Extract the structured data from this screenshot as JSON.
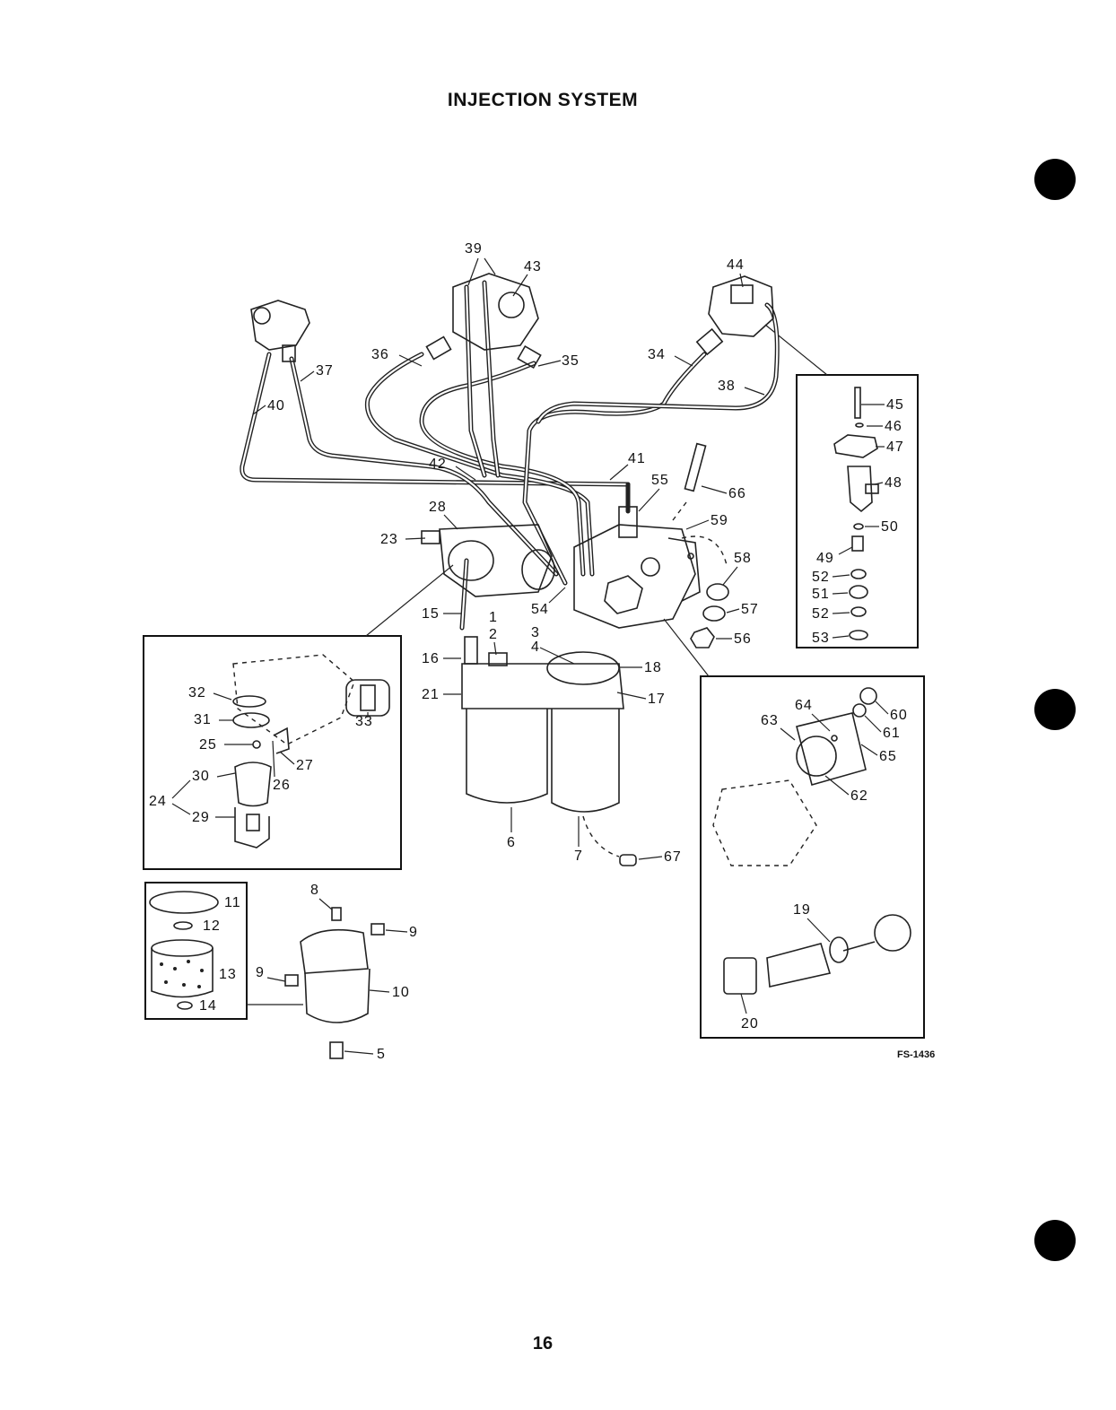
{
  "title": "INJECTION SYSTEM",
  "page_number": "16",
  "figure_code": "FS-1436",
  "callouts": {
    "c1": "1",
    "c2": "2",
    "c3": "3",
    "c4": "4",
    "c5": "5",
    "c6": "6",
    "c7": "7",
    "c8": "8",
    "c9a": "9",
    "c9b": "9",
    "c10": "10",
    "c11": "11",
    "c12": "12",
    "c13": "13",
    "c14": "14",
    "c15": "15",
    "c16": "16",
    "c17": "17",
    "c18": "18",
    "c19": "19",
    "c20": "20",
    "c21": "21",
    "c23": "23",
    "c24": "24",
    "c25": "25",
    "c26": "26",
    "c27": "27",
    "c28": "28",
    "c29": "29",
    "c30": "30",
    "c31": "31",
    "c32": "32",
    "c33": "33",
    "c34": "34",
    "c35": "35",
    "c36": "36",
    "c37": "37",
    "c38": "38",
    "c39": "39",
    "c40": "40",
    "c41": "41",
    "c42": "42",
    "c43": "43",
    "c44": "44",
    "c45": "45",
    "c46": "46",
    "c47": "47",
    "c48": "48",
    "c49": "49",
    "c50": "50",
    "c51": "51",
    "c52a": "52",
    "c52b": "52",
    "c53": "53",
    "c54": "54",
    "c55": "55",
    "c56": "56",
    "c57": "57",
    "c58": "58",
    "c59": "59",
    "c60": "60",
    "c61": "61",
    "c62": "62",
    "c63": "63",
    "c64": "64",
    "c65": "65",
    "c66": "66",
    "c67": "67"
  }
}
